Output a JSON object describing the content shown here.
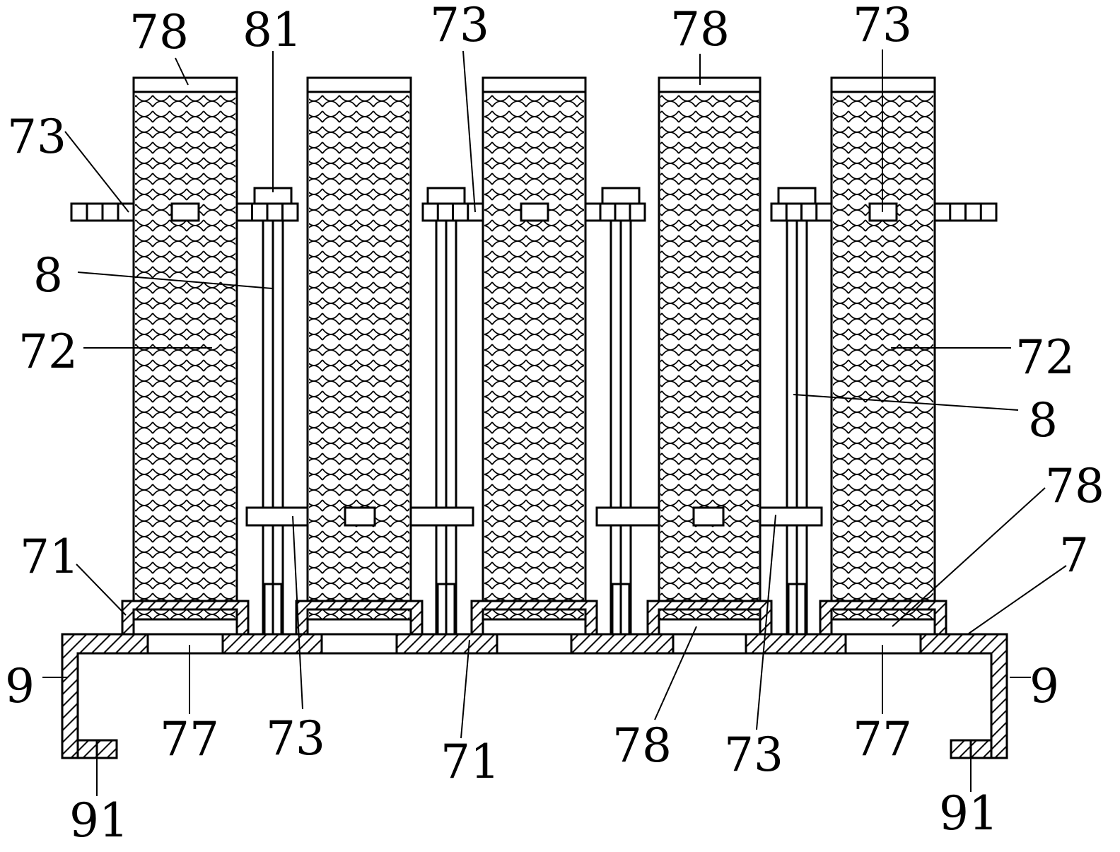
{
  "colors": {
    "line": "#000000",
    "background": "#ffffff",
    "hatch": "#000000"
  },
  "callouts": {
    "label_78_top_left": "78",
    "label_81": "81",
    "label_73_top_mid": "73",
    "label_78_top_right": "78",
    "label_73_top_right": "73",
    "label_73_left": "73",
    "label_8_left": "8",
    "label_72_left": "72",
    "label_72_right": "72",
    "label_8_right": "8",
    "label_78_right": "78",
    "label_7": "7",
    "label_71_left": "71",
    "label_9_left": "9",
    "label_9_right": "9",
    "label_77_left": "77",
    "label_73_bottom_left": "73",
    "label_71_bottom": "71",
    "label_78_bottom": "78",
    "label_73_bottom_right": "73",
    "label_77_right": "77",
    "label_91_left": "91",
    "label_91_right": "91"
  }
}
